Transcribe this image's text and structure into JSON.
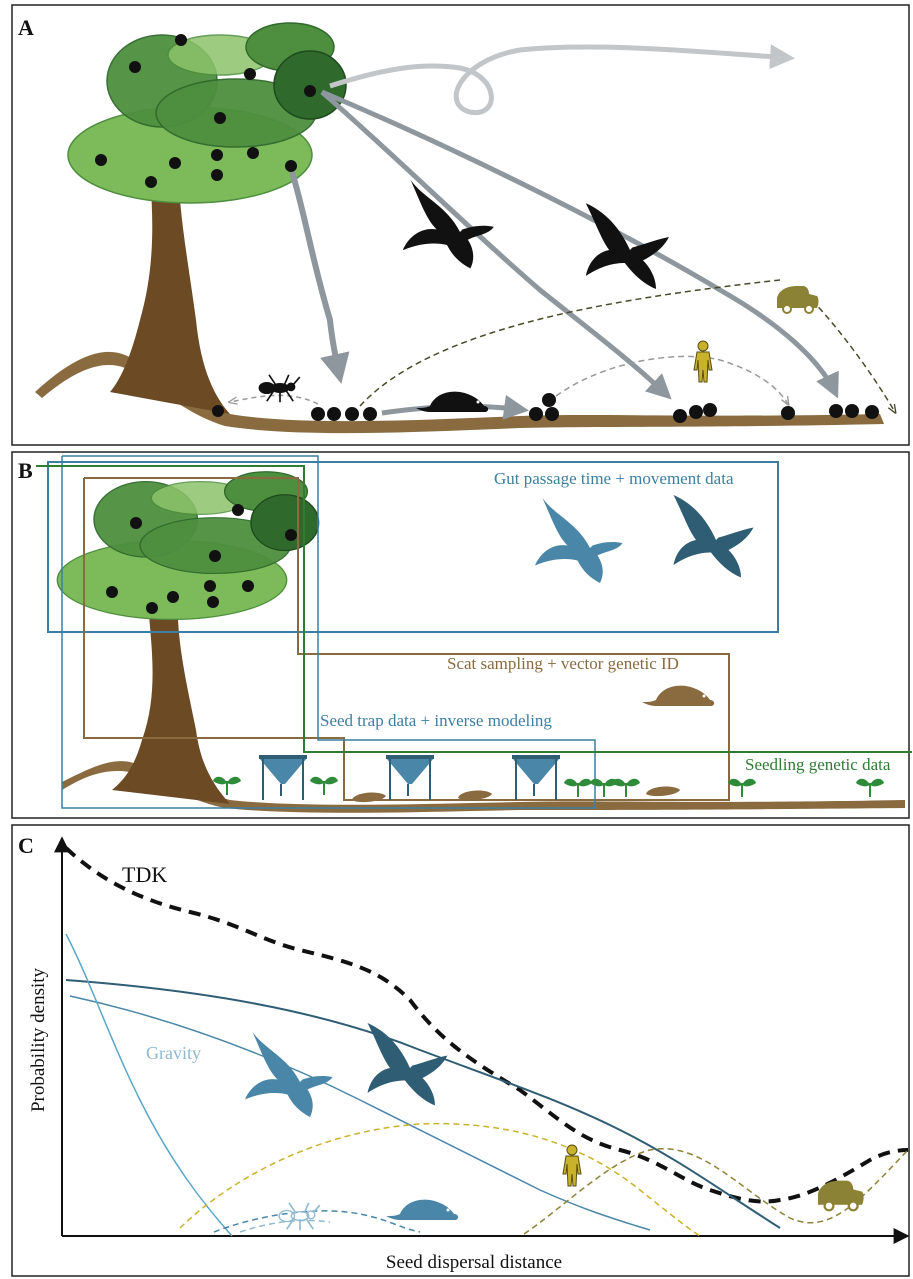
{
  "panels": {
    "a": {
      "letter": "A"
    },
    "b": {
      "letter": "B",
      "labels": {
        "gut": "Gut passage time + movement data",
        "scat": "Scat sampling + vector genetic ID",
        "trap": "Seed trap data + inverse modeling",
        "seedling": "Seedling genetic data"
      }
    },
    "c": {
      "letter": "C",
      "tdk_label": "TDK",
      "gravity_label": "Gravity",
      "y_axis_label": "Probability density",
      "x_axis_label": "Seed dispersal distance"
    }
  },
  "colors": {
    "foliage_light": "#7dbb5a",
    "foliage_mid": "#4d8f3e",
    "foliage_dark": "#2f6a2c",
    "trunk": "#6b4a24",
    "ground": "#8a6a3f",
    "arrow_gray": "#8f979e",
    "arrow_light": "#c2c6c9",
    "blue_label": "#3b7fa3",
    "brown_label": "#8a6a3f",
    "green_label": "#2e7d32",
    "bird_blue": "#4a86a8",
    "bird_dark": "#2f5d74",
    "human_yellow": "#c9b22b",
    "car_olive": "#8c8235",
    "gravity_line": "#5aa6c8"
  }
}
